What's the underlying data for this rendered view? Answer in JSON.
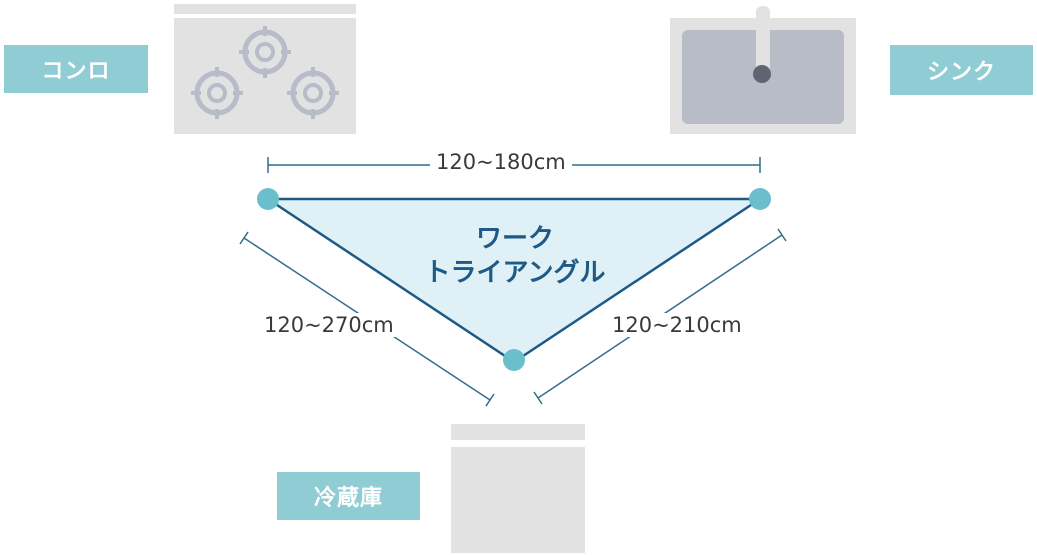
{
  "labels": {
    "stove": "コンロ",
    "sink": "シンク",
    "fridge": "冷蔵庫"
  },
  "triangle": {
    "title_line1": "ワーク",
    "title_line2": "トライアングル"
  },
  "dimensions": {
    "stove_sink": "120~180cm",
    "stove_fridge": "120~270cm",
    "sink_fridge": "120~210cm"
  },
  "colors": {
    "label_bg": "#8fccd3",
    "triangle_fill": "#dff1f6",
    "triangle_stroke": "#1e5a85",
    "node": "#6bbfcc",
    "appliance": "#e2e2e2",
    "sink_basin": "#b7bcc6",
    "dimension_line": "#2e6f8a"
  }
}
